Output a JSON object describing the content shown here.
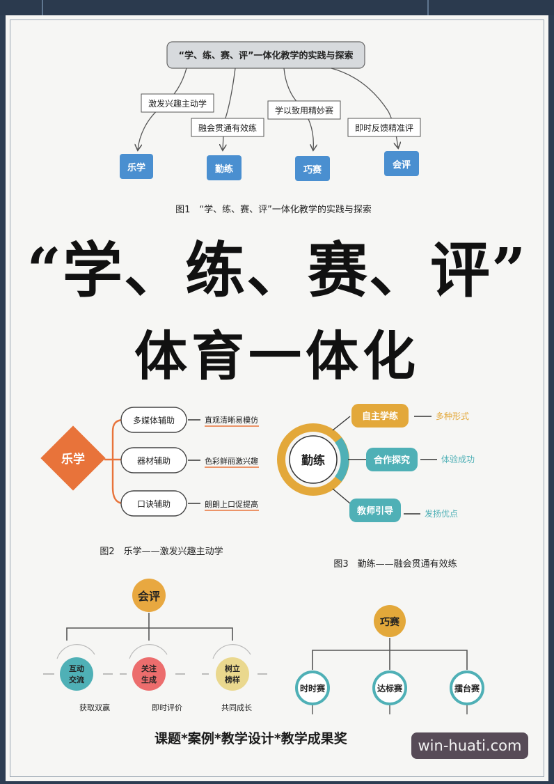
{
  "fig1": {
    "root": "“学、练、赛、评”一体化教学的实践与探索",
    "labels": [
      "激发兴趣主动学",
      "融会贯通有效练",
      "学以致用精妙赛",
      "即时反馈精准评"
    ],
    "nodes": [
      "乐学",
      "勤练",
      "巧赛",
      "会评"
    ],
    "caption": "图1　“学、练、赛、评”一体化教学的实践与探索"
  },
  "main_title": "“学、练、赛、评”",
  "sub_title": "体育一体化",
  "fig2": {
    "center": "乐学",
    "items": [
      "多媒体辅助",
      "器材辅助",
      "口诀辅助"
    ],
    "notes": [
      "直观清晰易模仿",
      "色彩鲜丽激兴趣",
      "朗朗上口促提高"
    ],
    "caption": "图2　乐学——激发兴趣主动学"
  },
  "fig3": {
    "center": "勤练",
    "items": [
      "自主学练",
      "合作探究",
      "教师引导"
    ],
    "notes": [
      "多种形式",
      "体验成功",
      "发扬优点"
    ],
    "caption": "图3　勤练——融会贯通有效练"
  },
  "fig4": {
    "root": "会评",
    "items": [
      "互动交流",
      "关注生成",
      "树立榜样"
    ],
    "notes": [
      "获取双赢",
      "即时评价",
      "共同成长"
    ]
  },
  "fig5": {
    "root": "巧赛",
    "items": [
      "时时赛",
      "达标赛",
      "擂台赛"
    ]
  },
  "footer": "课题*案例*教学设计*教学成果奖",
  "watermark": "win-huati.com",
  "colors": {
    "blue": "#4a8fd0",
    "orange": "#e8733a",
    "gold": "#e3a83a",
    "teal": "#4fb0b6",
    "page_bg": "#f6f6f4",
    "frame": "#2d3d52"
  }
}
